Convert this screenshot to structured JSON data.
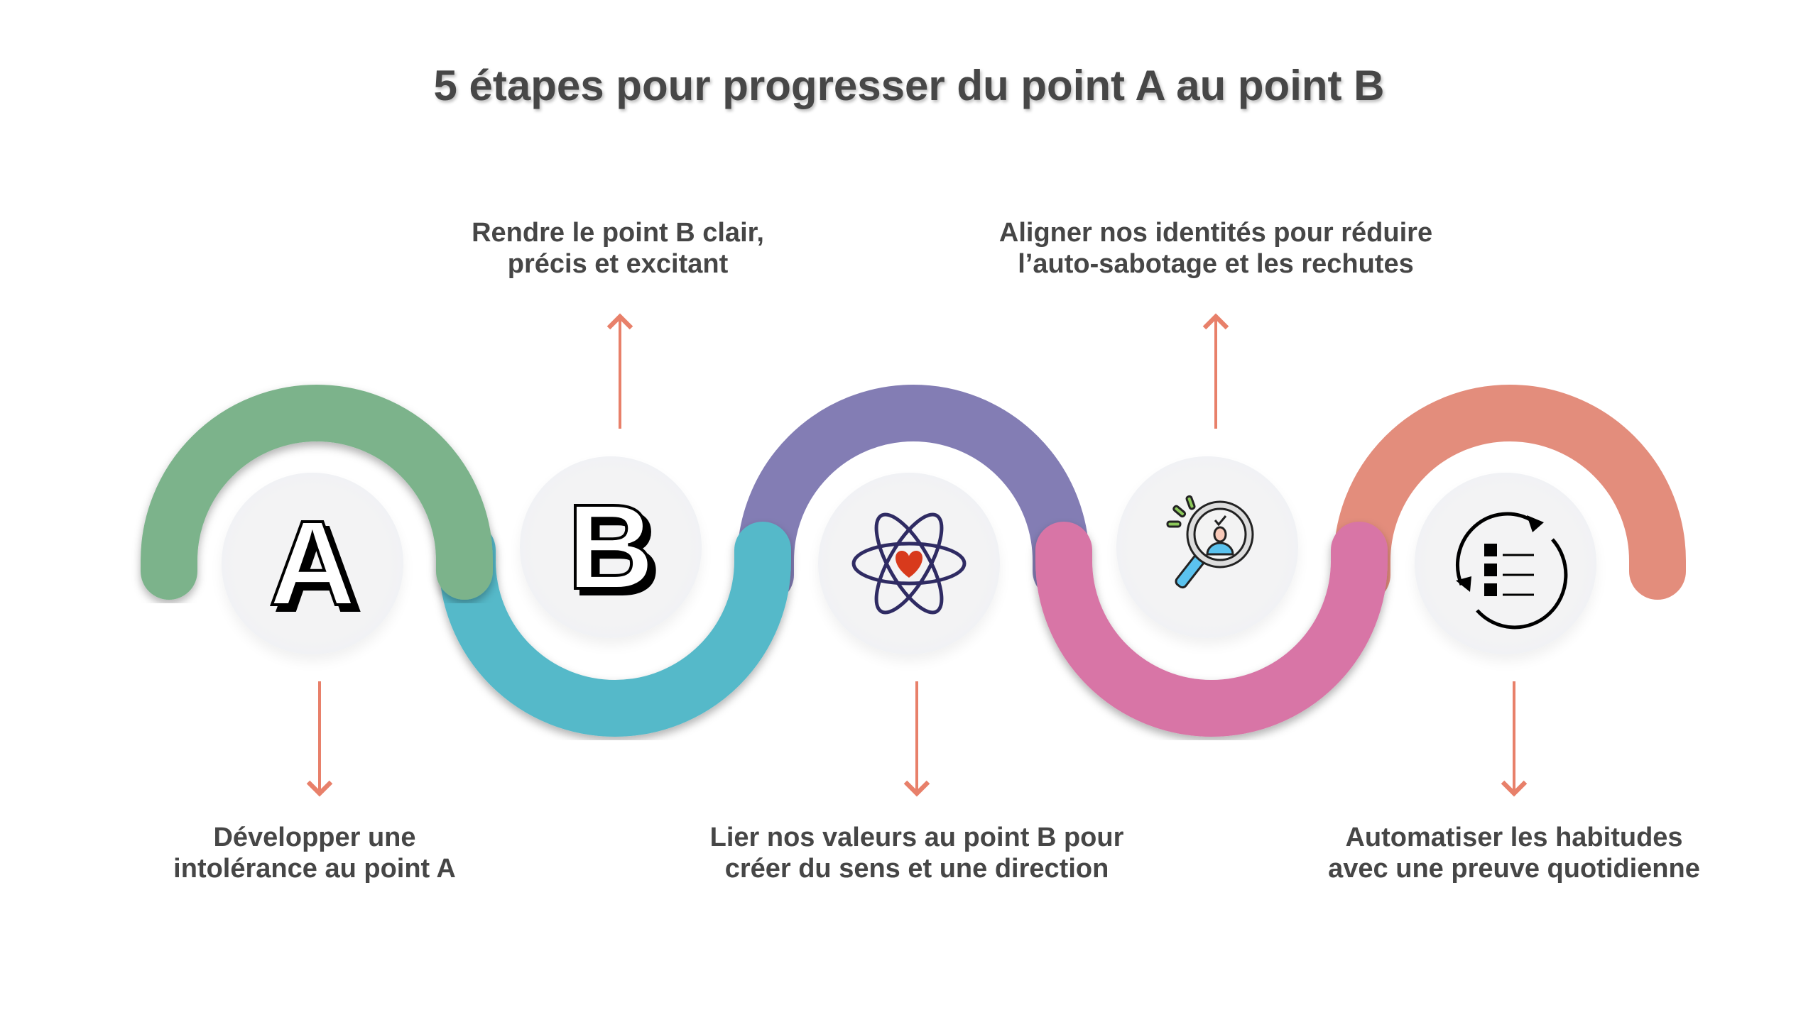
{
  "title": "5 étapes pour progresser du point A au point B",
  "steps": [
    {
      "label_line1": "Développer une",
      "label_line2": "intolérance au point A",
      "icon": "letter-a-icon",
      "arc_color": "#7bb38b"
    },
    {
      "label_line1": "Rendre le point B clair,",
      "label_line2": "précis et excitant",
      "icon": "letter-b-icon",
      "arc_color": "#55b9c9"
    },
    {
      "label_line1": "Lier nos valeurs au point B pour",
      "label_line2": "créer du sens et une direction",
      "icon": "atom-heart-icon",
      "arc_color": "#837db4"
    },
    {
      "label_line1": "Aligner nos identités pour réduire",
      "label_line2": "l’auto-sabotage et les rechutes",
      "icon": "magnifier-person-icon",
      "arc_color": "#d875a6"
    },
    {
      "label_line1": "Automatiser les habitudes",
      "label_line2": "avec une preuve quotidienne",
      "icon": "checklist-cycle-icon",
      "arc_color": "#e38d7c"
    }
  ],
  "arrow_color": "#e8806a",
  "icon_letters": {
    "a": "A",
    "b": "B"
  }
}
